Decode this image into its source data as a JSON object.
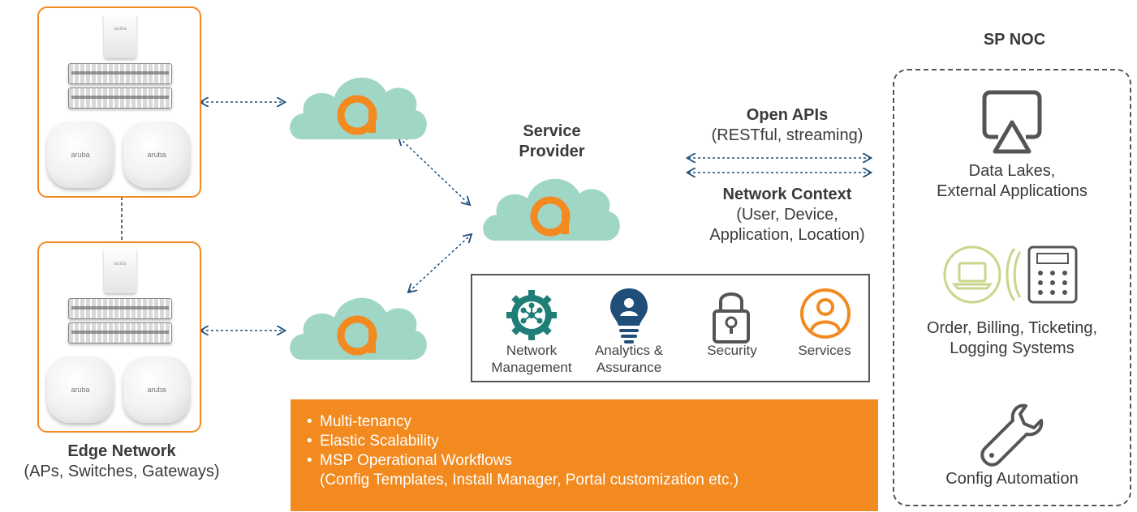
{
  "edge_network": {
    "title": "Edge Network",
    "subtitle": "(APs, Switches, Gateways)",
    "device_brand": "aruba"
  },
  "service_provider": {
    "title_line1": "Service",
    "title_line2": "Provider"
  },
  "open_apis": {
    "title": "Open APIs",
    "subtitle": "(RESTful, streaming)"
  },
  "network_context": {
    "title": "Network Context",
    "line1": "(User, Device,",
    "line2": "Application, Location)"
  },
  "capabilities": [
    {
      "line1": "Network",
      "line2": "Management",
      "icon": "network-management-gear-icon"
    },
    {
      "line1": "Analytics &",
      "line2": "Assurance",
      "icon": "analytics-bulb-icon"
    },
    {
      "line1": "Security",
      "line2": "",
      "icon": "padlock-icon"
    },
    {
      "line1": "Services",
      "line2": "",
      "icon": "user-services-icon"
    }
  ],
  "features": {
    "items": [
      "Multi-tenancy",
      "Elastic Scalability",
      "MSP Operational Workflows"
    ],
    "detail": "(Config Templates, Install Manager, Portal customization etc.)"
  },
  "sp_noc": {
    "title": "SP NOC",
    "items": [
      {
        "line1": "Data Lakes,",
        "line2": "External Applications",
        "icon": "airplay-display-icon"
      },
      {
        "line1": "Order, Billing, Ticketing,",
        "line2": "Logging Systems",
        "icon": "laptop-phone-calculator-icon"
      },
      {
        "line1": "Config Automation",
        "line2": "",
        "icon": "wrench-icon"
      }
    ]
  },
  "colors": {
    "orange": "#f28a20",
    "cloud": "#9fd6c6",
    "teal": "#1f7f77",
    "navy": "#1f4e79",
    "gray": "#555555"
  }
}
